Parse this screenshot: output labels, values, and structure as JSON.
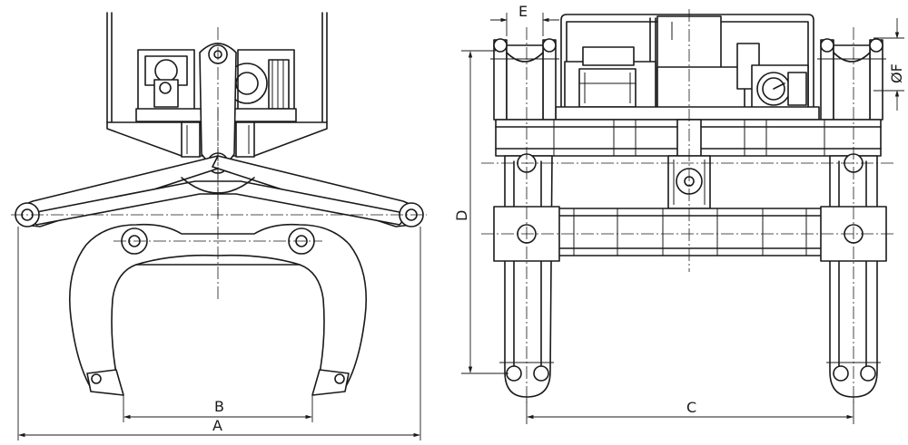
{
  "drawing": {
    "dimension_labels": {
      "a": "A",
      "b": "B",
      "c": "C",
      "d": "D",
      "e": "E",
      "f": "ØF"
    }
  }
}
